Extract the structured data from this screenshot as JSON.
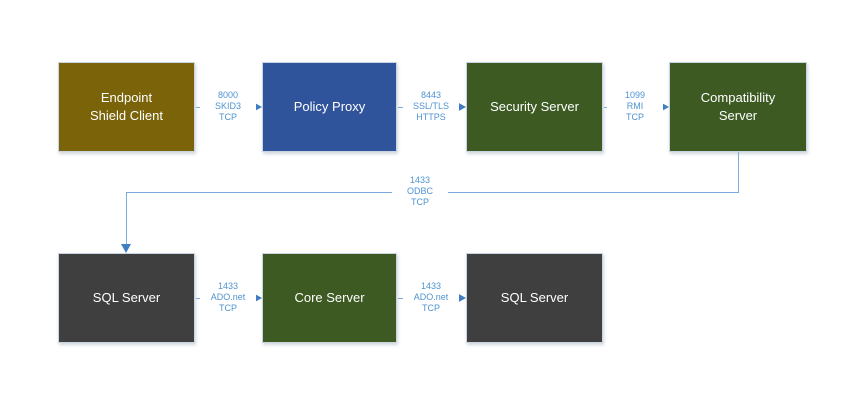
{
  "diagram": {
    "colors": {
      "olive": "#7a6308",
      "blue": "#30549b",
      "green": "#3c5a22",
      "gray": "#3f3f3f",
      "connector": "#7aabdc",
      "label_text": "#4f93d2",
      "node_text": "#ffffff",
      "background": "#ffffff"
    },
    "nodes": [
      {
        "id": "endpoint-shield-client",
        "label": "Endpoint\nShield Client",
        "color": "olive"
      },
      {
        "id": "policy-proxy",
        "label": "Policy Proxy",
        "color": "blue"
      },
      {
        "id": "security-server",
        "label": "Security Server",
        "color": "green"
      },
      {
        "id": "compatibility-server",
        "label": "Compatibility\nServer",
        "color": "green"
      },
      {
        "id": "sql-server-1",
        "label": "SQL Server",
        "color": "gray"
      },
      {
        "id": "core-server",
        "label": "Core Server",
        "color": "green"
      },
      {
        "id": "sql-server-2",
        "label": "SQL Server",
        "color": "gray"
      }
    ],
    "connectors": [
      {
        "from": "endpoint-shield-client",
        "to": "policy-proxy",
        "lines": [
          "8000",
          "SKID3",
          "TCP"
        ]
      },
      {
        "from": "policy-proxy",
        "to": "security-server",
        "lines": [
          "8443",
          "SSL/TLS",
          "HTTPS"
        ]
      },
      {
        "from": "security-server",
        "to": "compatibility-server",
        "lines": [
          "1099",
          "RMI",
          "TCP"
        ]
      },
      {
        "from": "compatibility-server",
        "to": "sql-server-1",
        "lines": [
          "1433",
          "ODBC",
          "TCP"
        ]
      },
      {
        "from": "sql-server-1",
        "to": "core-server",
        "lines": [
          "1433",
          "ADO.net",
          "TCP"
        ]
      },
      {
        "from": "core-server",
        "to": "sql-server-2",
        "lines": [
          "1433",
          "ADO.net",
          "TCP"
        ]
      }
    ]
  }
}
